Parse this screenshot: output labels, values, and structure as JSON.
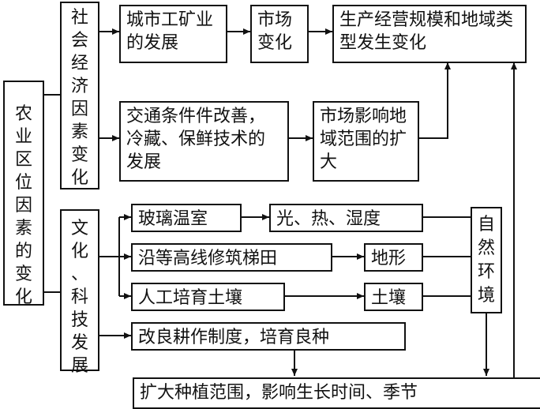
{
  "nodes": {
    "root": "农业区位因素的变化",
    "social_economic": "社会经济因素变化",
    "urban_industry": "城市工矿业的发展",
    "market_change": "市场变化",
    "production_scale": "生产经营规模和地域类型发生变化",
    "transport": "交通条件件改善，冷藏、保鲜技术的发展",
    "market_scope": "市场影响地域范围的扩大",
    "culture_tech": "文化、科技发展",
    "greenhouse": "玻璃温室",
    "light_heat": "光、热、湿度",
    "terrace": "沿等高线修筑梯田",
    "terrain": "地形",
    "artificial_soil": "人工培育土壤",
    "soil": "土壤",
    "natural_env": "自然环境",
    "farming_system": "改良耕作制度，培育良种",
    "expand_planting": "扩大种植范围，影响生长时间、季节"
  }
}
